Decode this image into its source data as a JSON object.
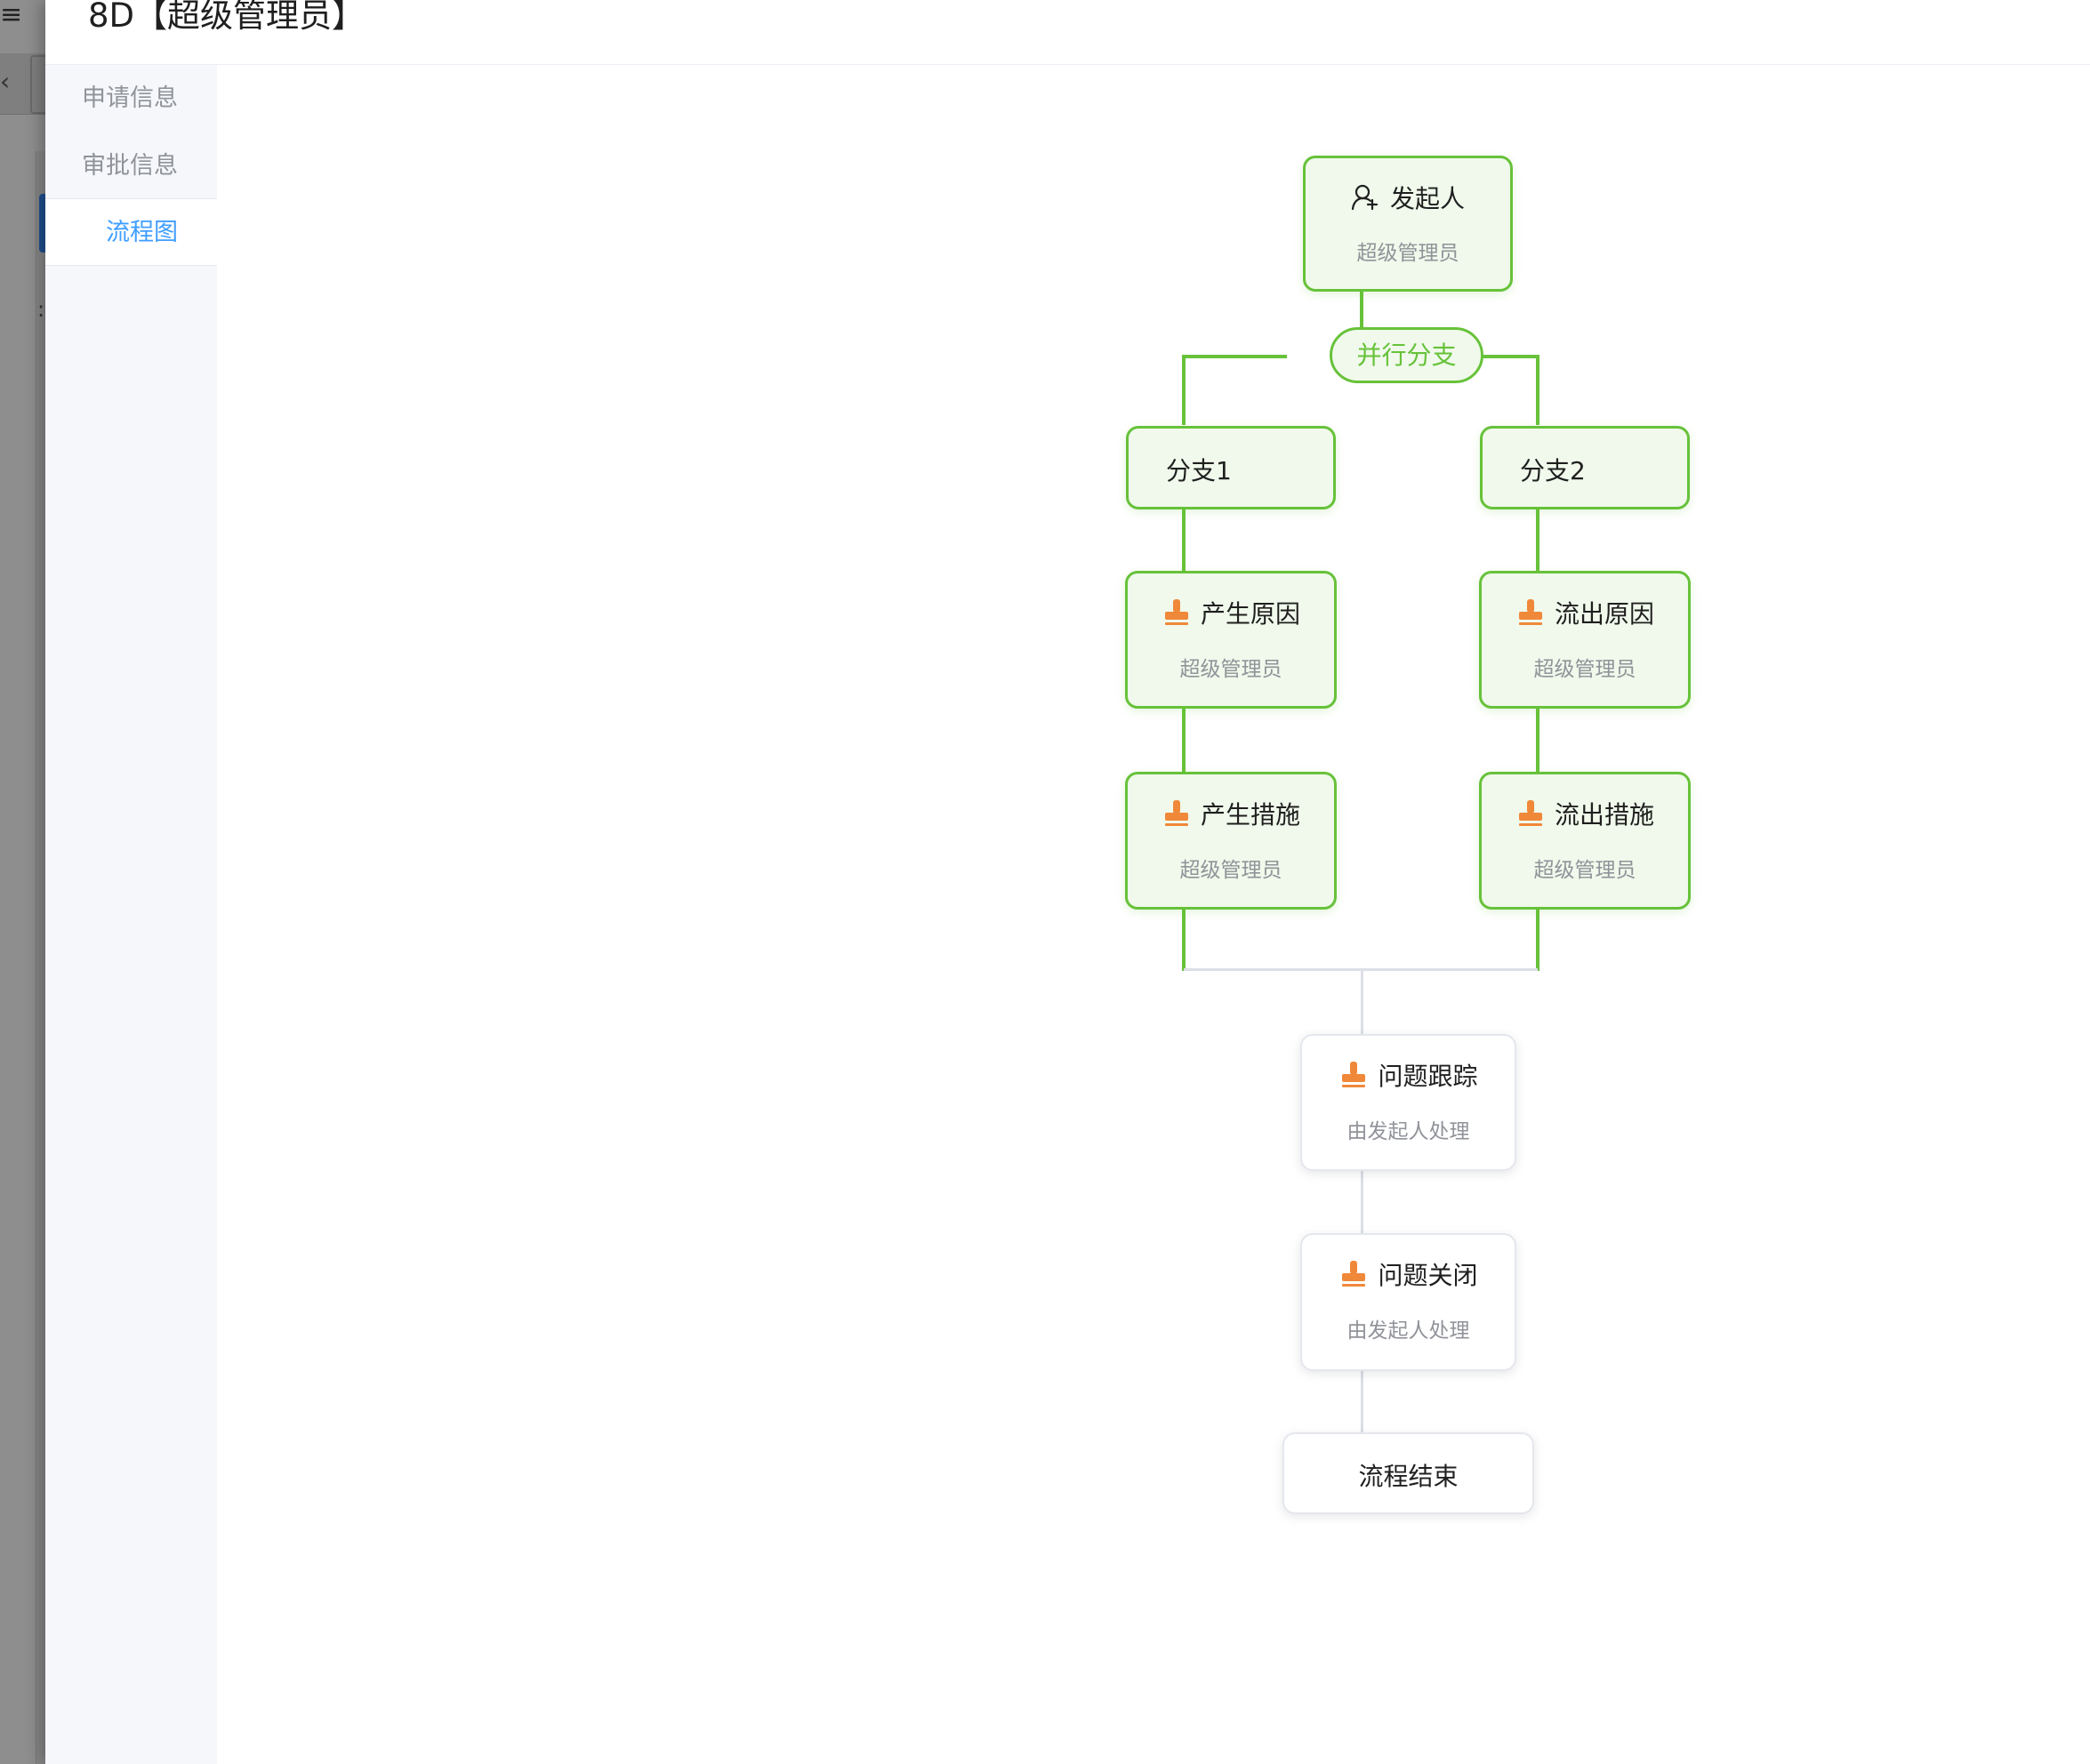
{
  "drawer": {
    "title": "8D【超级管理员】"
  },
  "tabs": [
    {
      "label": "申请信息",
      "active": false
    },
    {
      "label": "审批信息",
      "active": false
    },
    {
      "label": "流程图",
      "active": true
    }
  ],
  "flow": {
    "start": {
      "title": "发起人",
      "subtitle": "超级管理员",
      "icon": "user-add-icon"
    },
    "parallel": {
      "label": "并行分支"
    },
    "branches": [
      {
        "label": "分支1",
        "steps": [
          {
            "title": "产生原因",
            "subtitle": "超级管理员",
            "icon": "stamp-icon"
          },
          {
            "title": "产生措施",
            "subtitle": "超级管理员",
            "icon": "stamp-icon"
          }
        ]
      },
      {
        "label": "分支2",
        "steps": [
          {
            "title": "流出原因",
            "subtitle": "超级管理员",
            "icon": "stamp-icon"
          },
          {
            "title": "流出措施",
            "subtitle": "超级管理员",
            "icon": "stamp-icon"
          }
        ]
      }
    ],
    "after": [
      {
        "title": "问题跟踪",
        "subtitle": "由发起人处理",
        "icon": "stamp-icon"
      },
      {
        "title": "问题关闭",
        "subtitle": "由发起人处理",
        "icon": "stamp-icon"
      }
    ],
    "end": {
      "label": "流程结束"
    }
  },
  "colors": {
    "active": "#67c23a",
    "pending": "#dcdfe6",
    "tab_active": "#409eff",
    "stamp": "#f0883a"
  }
}
